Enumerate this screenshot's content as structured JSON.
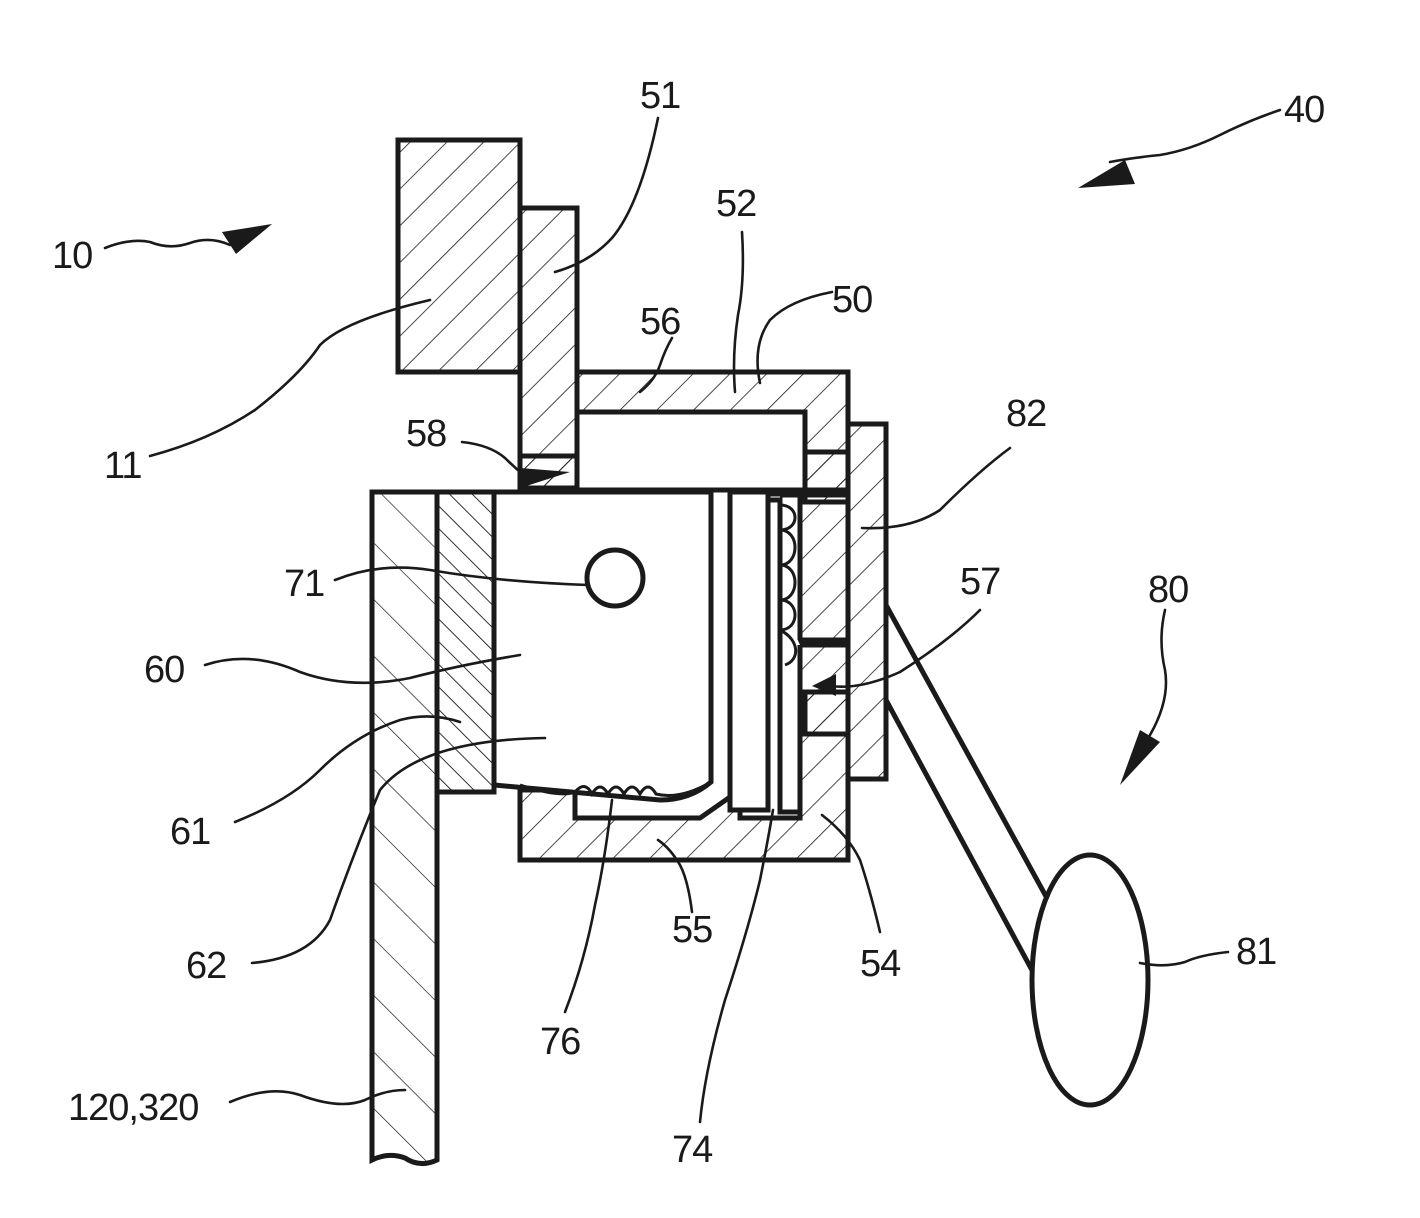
{
  "labels": {
    "l10": "10",
    "l11": "11",
    "l40": "40",
    "l50": "50",
    "l51": "51",
    "l52": "52",
    "l54": "54",
    "l55": "55",
    "l56": "56",
    "l57": "57",
    "l58": "58",
    "l60": "60",
    "l61": "61",
    "l62": "62",
    "l71": "71",
    "l74": "74",
    "l76": "76",
    "l80": "80",
    "l81": "81",
    "l82": "82",
    "l120_320": "120,320"
  },
  "colors": {
    "line": "#1a1a1a",
    "background": "#ffffff"
  }
}
